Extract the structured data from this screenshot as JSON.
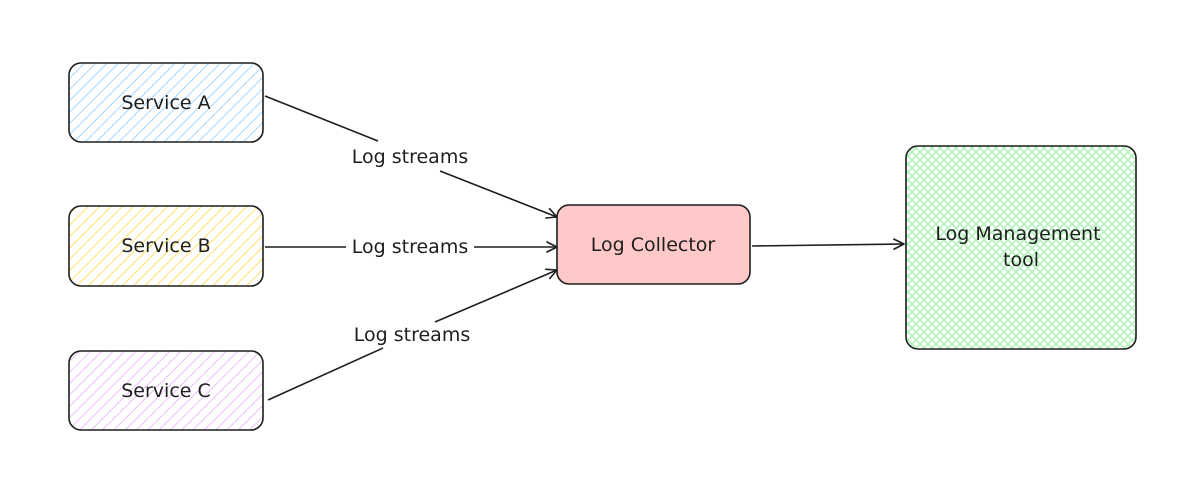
{
  "nodes": {
    "service_a": {
      "label": "Service A",
      "fill": "#a5d8ff"
    },
    "service_b": {
      "label": "Service B",
      "fill": "#ffec99"
    },
    "service_c": {
      "label": "Service C",
      "fill": "#eebefa"
    },
    "collector": {
      "label": "Log Collector",
      "fill": "#ffc9c9"
    },
    "tool": {
      "label_line1": "Log Management",
      "label_line2": "tool",
      "fill": "#b2f2bb"
    }
  },
  "edges": {
    "a_to_collector": {
      "label": "Log streams"
    },
    "b_to_collector": {
      "label": "Log streams"
    },
    "c_to_collector": {
      "label": "Log streams"
    },
    "collector_to_tool": {
      "label": ""
    }
  },
  "colors": {
    "stroke": "#1e1e1e",
    "background": "#ffffff"
  }
}
